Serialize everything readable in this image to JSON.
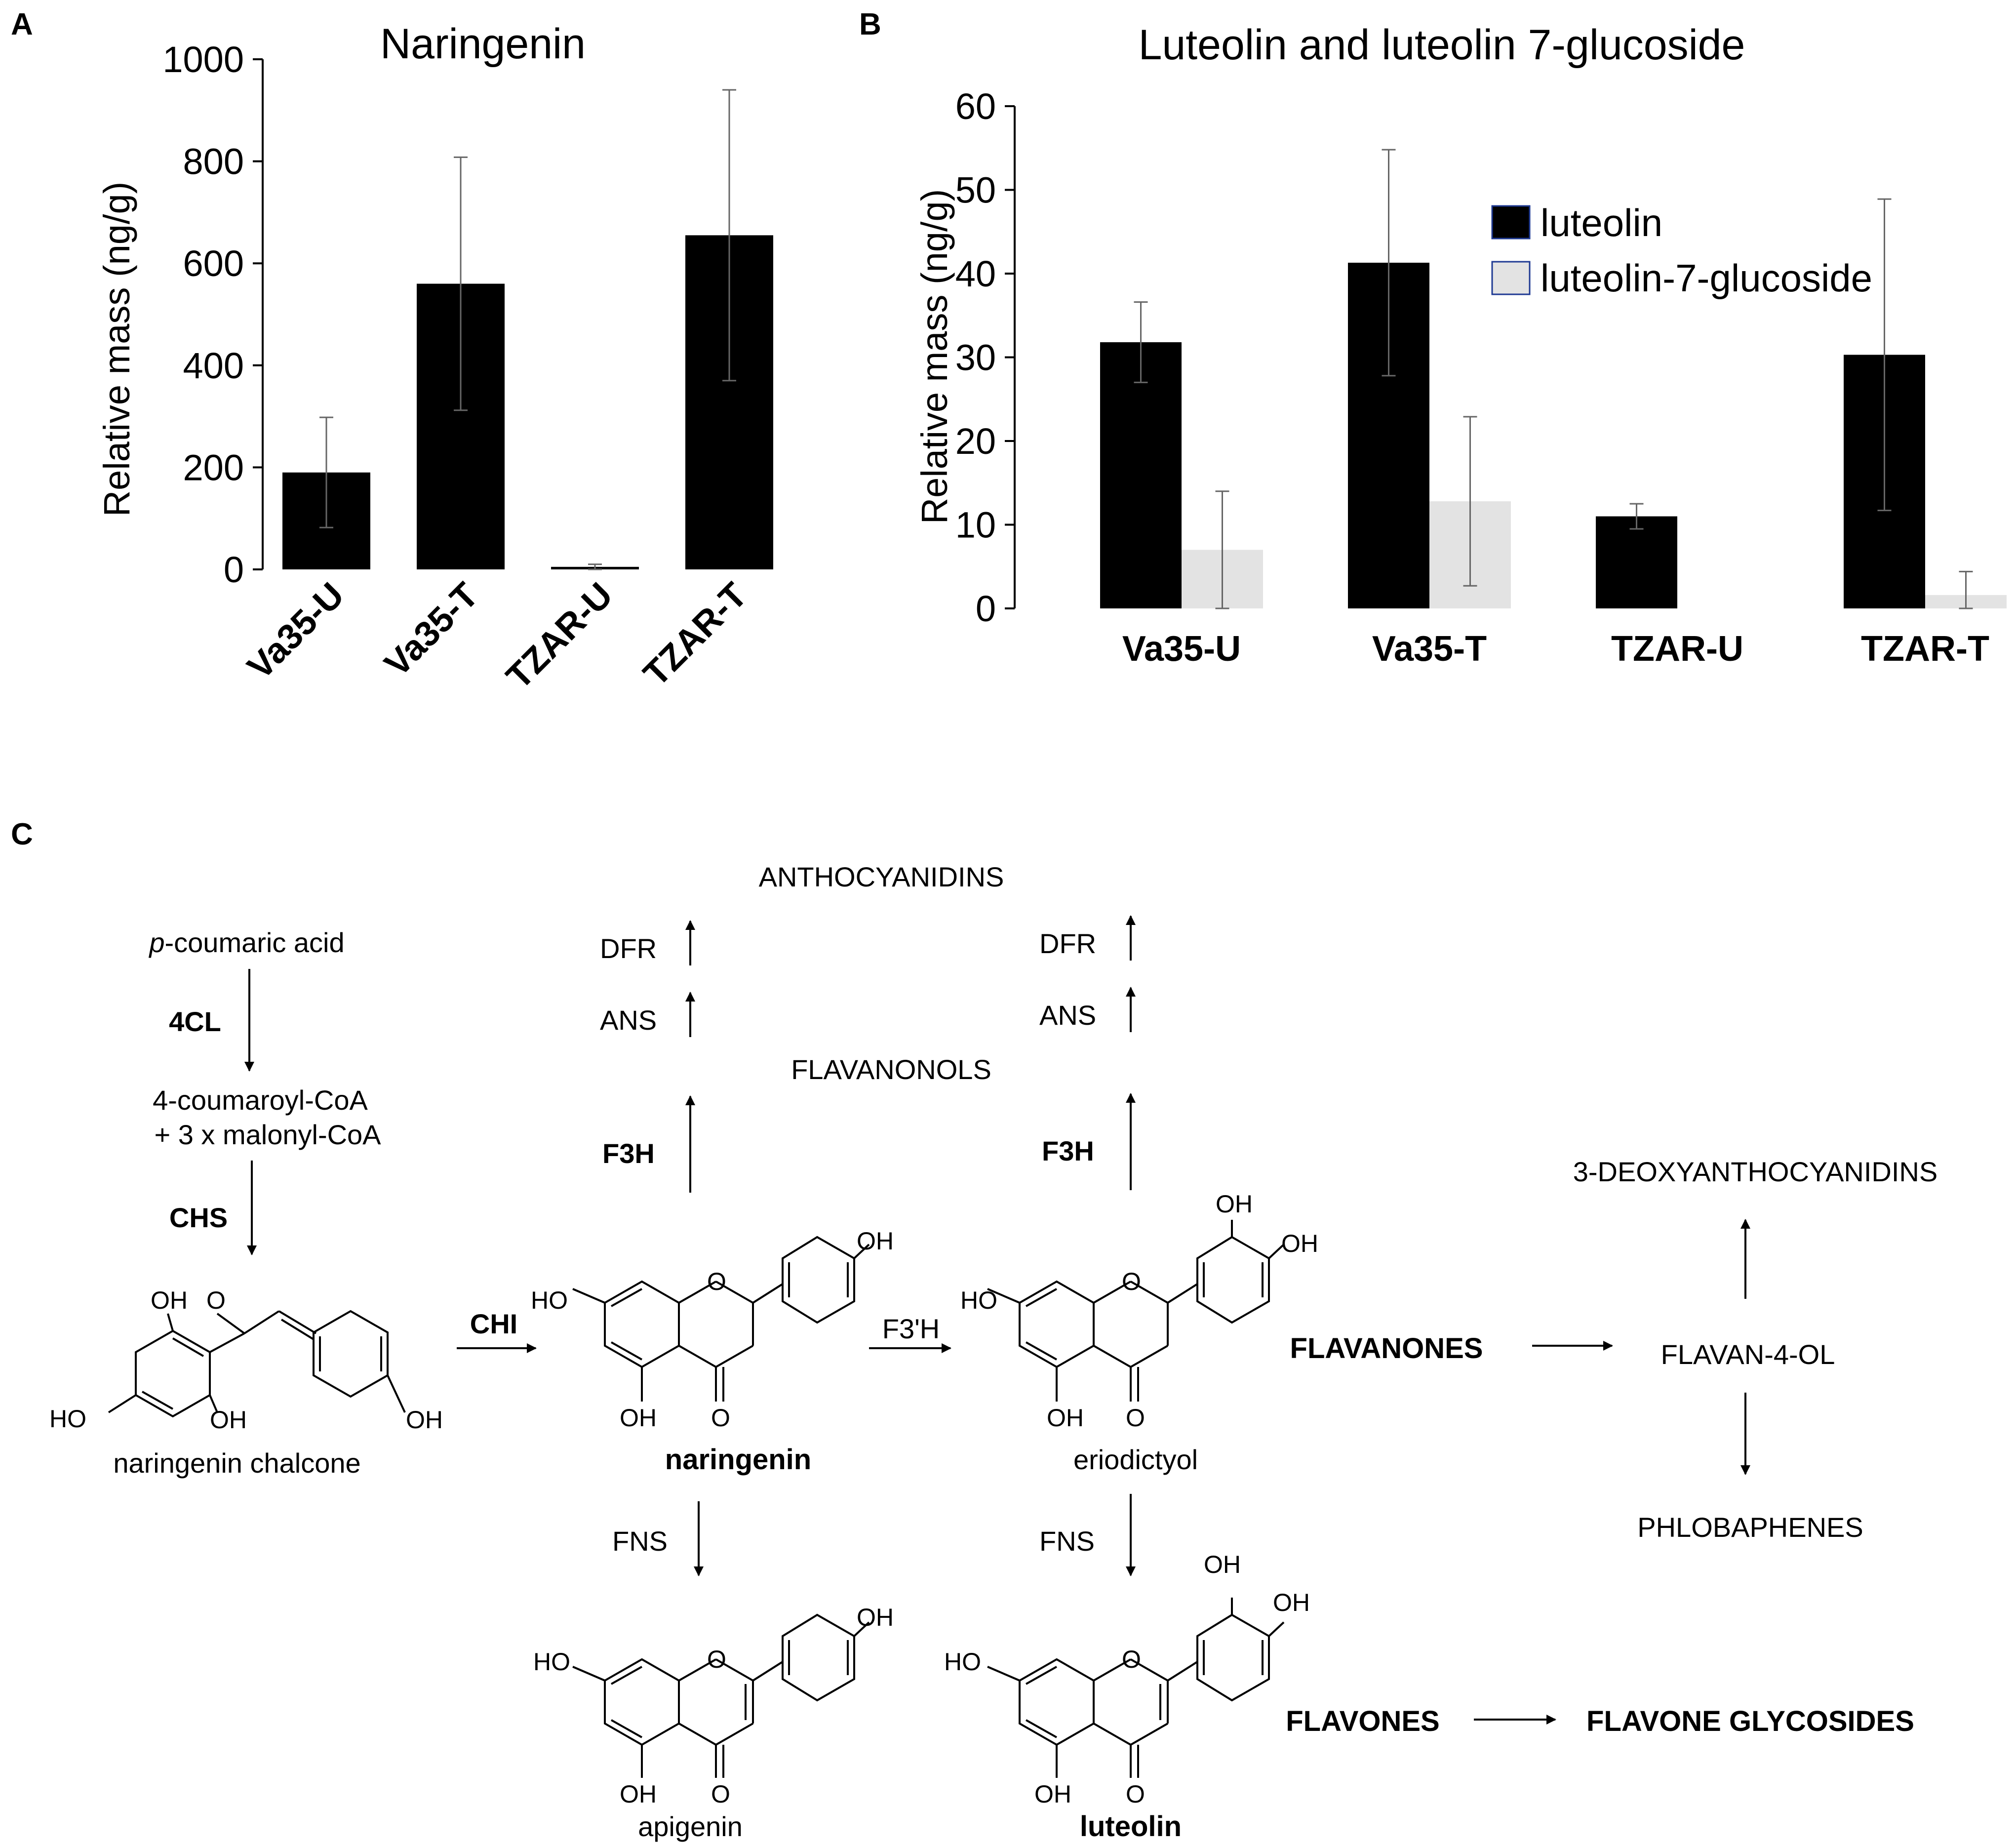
{
  "panels": {
    "a": "A",
    "b": "B",
    "c": "C"
  },
  "chart_data": [
    {
      "type": "bar",
      "title": "Naringenin",
      "ylabel": "Relative mass (ng/g)",
      "categories": [
        "Va35-U",
        "Va35-T",
        "TZAR-U",
        "TZAR-T"
      ],
      "series": [
        {
          "values": [
            190,
            560,
            5,
            655
          ],
          "errors": [
            108,
            248,
            5,
            285
          ],
          "color": "#000000"
        }
      ],
      "ylim": [
        0,
        1000
      ],
      "yticks": [
        0,
        200,
        400,
        600,
        800,
        1000
      ],
      "grid": false
    },
    {
      "type": "bar",
      "title": "Luteolin and luteolin 7-glucoside",
      "ylabel": "Relative mass (ng/g)",
      "categories": [
        "Va35-U",
        "Va35-T",
        "TZAR-U",
        "TZAR-T"
      ],
      "series": [
        {
          "name": "luteolin",
          "values": [
            31.8,
            41.3,
            11.0,
            30.3
          ],
          "errors": [
            4.8,
            13.5,
            1.5,
            18.6
          ],
          "color": "#000000"
        },
        {
          "name": "luteolin-7-glucoside",
          "values": [
            7.0,
            12.8,
            0,
            1.6
          ],
          "errors": [
            7.0,
            10.1,
            0,
            2.8
          ],
          "color": "#e3e3e3"
        }
      ],
      "ylim": [
        0,
        60
      ],
      "yticks": [
        0,
        10,
        20,
        30,
        40,
        50,
        60
      ],
      "legend": "top-right",
      "grid": false
    }
  ],
  "pathway": {
    "anthocyanidins": "ANTHOCYANIDINS",
    "coumaric_italic": "p",
    "coumaric_rest": "-coumaric acid",
    "coumaroyl": "4-coumaroyl-CoA",
    "malonyl": "+ 3 x malonyl-CoA",
    "flavanonols": "FLAVANONOLS",
    "deoxy": "3-DEOXYANTHOCYANIDINS",
    "flavanones": "FLAVANONES",
    "flavan4ol": "FLAVAN-4-OL",
    "phlobaphenes": "PHLOBAPHENES",
    "flavones": "FLAVONES",
    "glycosides": "FLAVONE GLYCOSIDES",
    "chalcone": "naringenin chalcone",
    "naringenin": "naringenin",
    "eriodictyol": "eriodictyol",
    "apigenin": "apigenin",
    "luteolin": "luteolin",
    "oh": "OH",
    "ho": "HO",
    "o": "O",
    "enzymes": {
      "c4cl": {
        "label": "4CL",
        "color": "#1a1adb"
      },
      "chs": {
        "label": "CHS",
        "color": "#ff7f1a"
      },
      "chi": {
        "label": "CHI",
        "color": "#e01010"
      },
      "f3h": {
        "label": "F3H",
        "color": "#22dd22"
      },
      "dfr": "DFR",
      "ans": "ANS",
      "f3ph": "F3'H",
      "fns": "FNS"
    }
  }
}
